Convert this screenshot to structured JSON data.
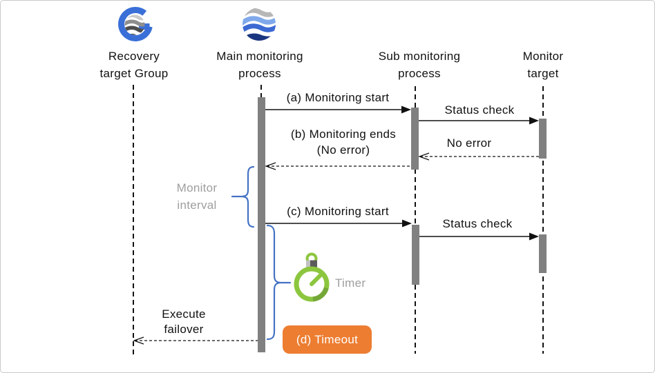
{
  "actors": {
    "recovery": {
      "line1": "Recovery",
      "line2": "target Group"
    },
    "main": {
      "line1": "Main monitoring",
      "line2": "process"
    },
    "sub": {
      "line1": "Sub monitoring",
      "line2": "process"
    },
    "target": {
      "line1": "Monitor",
      "line2": "target"
    }
  },
  "messages": {
    "a": "(a) Monitoring start",
    "status1": "Status check",
    "b_line1": "(b) Monitoring ends",
    "b_line2": "(No error)",
    "no_error": "No error",
    "c": "(c) Monitoring start",
    "status2": "Status check",
    "failover_line1": "Execute",
    "failover_line2": "failover"
  },
  "annotations": {
    "interval_line1": "Monitor",
    "interval_line2": "interval",
    "timer": "Timer",
    "timeout": "(d) Timeout"
  },
  "icons": {
    "recovery": "group-waves-logo-icon",
    "main": "waves-logo-icon",
    "timer": "stopwatch-icon"
  },
  "colors": {
    "activation_bar": "#808080",
    "brace_blue": "#4472C4",
    "timeout_orange": "#ED7D31",
    "timer_green": "#8CC63E",
    "timer_green_dark": "#74A738",
    "gray_text": "#9e9e9e",
    "logo_blue": "#3A6FD8",
    "wave_gray": "#B7B7B7",
    "wave_lightblue": "#7FA9EA",
    "wave_blue": "#3C6AD3",
    "wave_navy": "#1A3580"
  }
}
